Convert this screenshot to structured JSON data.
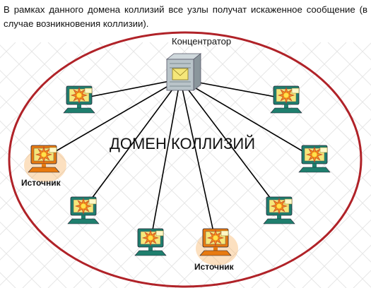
{
  "intro_text": "В рамках данного домена коллизий все узлы получат искаженное сообщение (в случае возникновения коллизии).",
  "hub": {
    "label": "Концентратор",
    "icon": "hub-icon"
  },
  "domain_label": "ДОМЕН КОЛЛИЗИЙ",
  "colors": {
    "ellipse": "#b02228",
    "pc_normal": "#1f7f6e",
    "pc_source": "#e87a10",
    "screen": "#f5e77a",
    "burst": "#f08a1a"
  },
  "nodes": [
    {
      "id": "pc-top-left",
      "source": false,
      "label": ""
    },
    {
      "id": "pc-top-right",
      "source": false,
      "label": ""
    },
    {
      "id": "pc-left",
      "source": true,
      "label": "Источник"
    },
    {
      "id": "pc-right",
      "source": false,
      "label": ""
    },
    {
      "id": "pc-mid-left",
      "source": false,
      "label": ""
    },
    {
      "id": "pc-mid-right",
      "source": false,
      "label": ""
    },
    {
      "id": "pc-bottom-left",
      "source": false,
      "label": ""
    },
    {
      "id": "pc-bottom-center",
      "source": true,
      "label": "Источник"
    }
  ]
}
